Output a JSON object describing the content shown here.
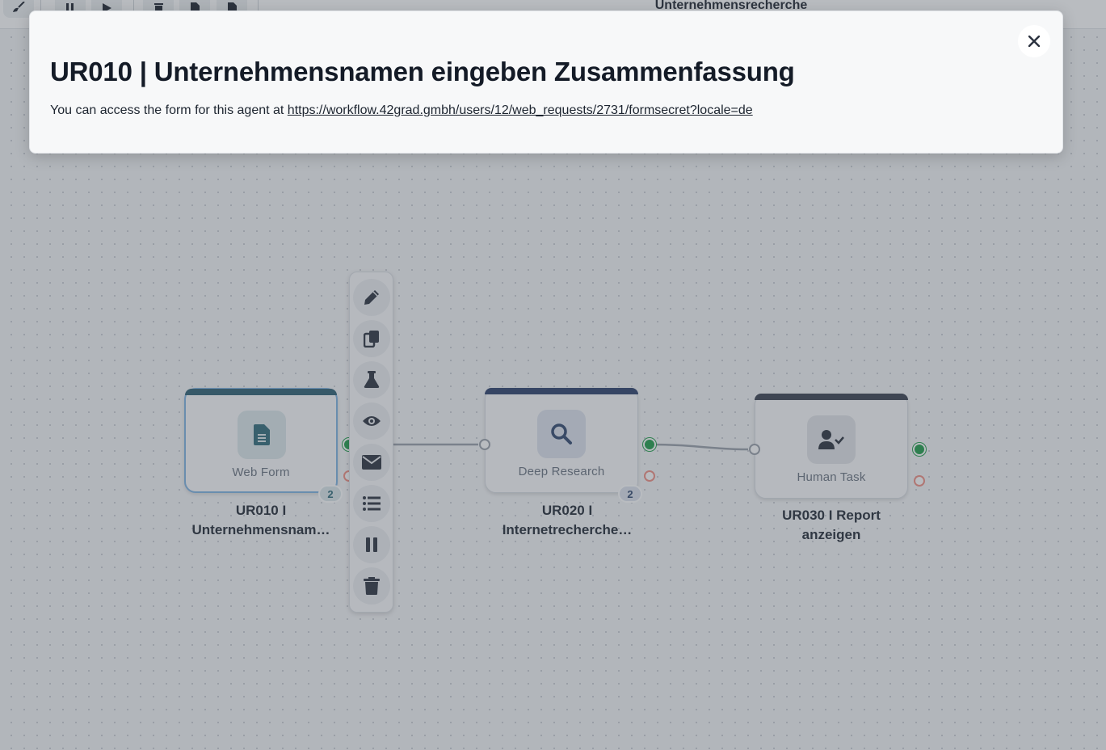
{
  "app": {
    "workflow_title": "Unternehmensrecherche"
  },
  "toolbar": {
    "buttons": [
      {
        "name": "broom-icon"
      },
      {
        "name": "pause-icon"
      },
      {
        "name": "play-icon"
      },
      {
        "name": "trash-icon"
      },
      {
        "name": "export-icon"
      },
      {
        "name": "import-icon"
      }
    ]
  },
  "nodes": [
    {
      "kind": "Web Form",
      "icon": "file-lines-icon",
      "label_line1": "UR010 I",
      "label_line2": "Unternehmensnam…",
      "badge": "2",
      "accent": "#2e5f73",
      "icon_bg": "#dbe7ea",
      "icon_color": "#2f6b7a",
      "selected": true
    },
    {
      "kind": "Deep Research",
      "icon": "magnifier-icon",
      "label_line1": "UR020 I",
      "label_line2": "Internetrecherche…",
      "badge": "2",
      "accent": "#2c3f6b",
      "icon_bg": "#dde3ee",
      "icon_color": "#31476f",
      "selected": false
    },
    {
      "kind": "Human Task",
      "icon": "user-check-icon",
      "label_line1": "UR030 I Report",
      "label_line2": "anzeigen",
      "badge": "",
      "accent": "#3a4150",
      "icon_bg": "#e2e4e8",
      "icon_color": "#2b313c",
      "selected": false
    }
  ],
  "action_bar": {
    "items": [
      {
        "name": "pencil-icon"
      },
      {
        "name": "copy-icon"
      },
      {
        "name": "flask-icon"
      },
      {
        "name": "eye-icon"
      },
      {
        "name": "envelope-icon"
      },
      {
        "name": "list-icon"
      },
      {
        "name": "pause-icon"
      },
      {
        "name": "trash-icon"
      }
    ]
  },
  "modal": {
    "title": "UR010 | Unternehmensnamen eingeben Zusammenfassung",
    "text": "You can access the form for this agent at ",
    "link": "https://workflow.42grad.gmbh/users/12/web_requests/2731/formsecret?locale=de",
    "close_icon": "close-icon"
  },
  "colors": {
    "port_success": "#1f9d4a",
    "port_error": "#f08f83",
    "overlay": "rgba(70,78,90,0.38)"
  }
}
